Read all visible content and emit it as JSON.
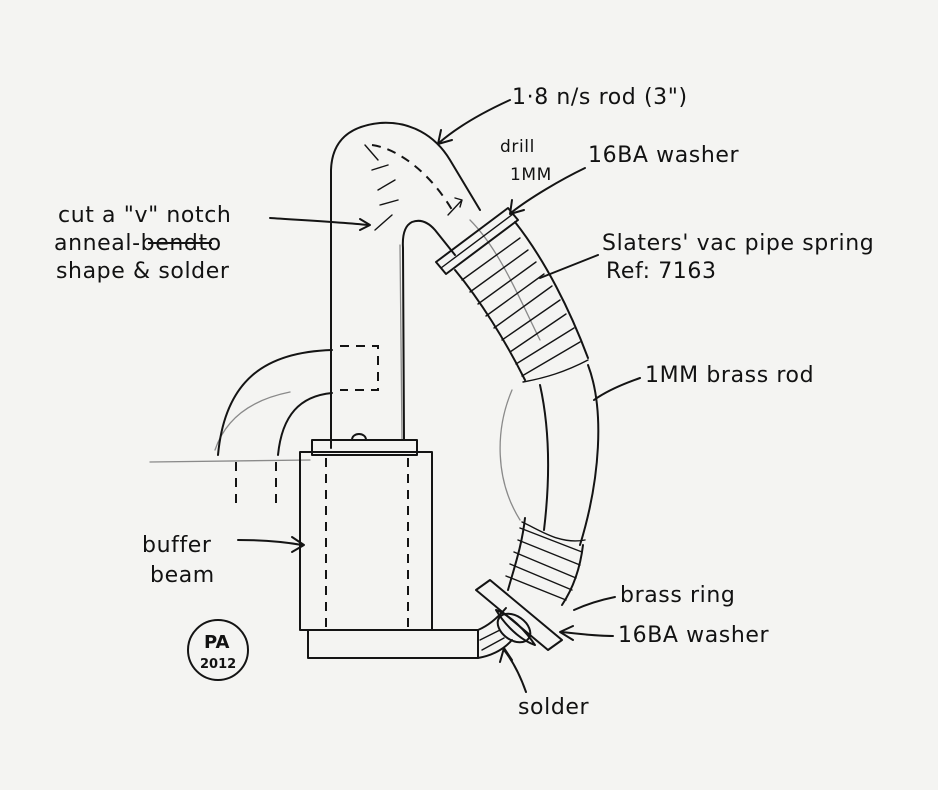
{
  "labels": {
    "rod": "1·8 n/s rod (3\")",
    "drill_line1": "drill",
    "drill_line2": "1MM",
    "washer_top": "16BA washer",
    "notch_line1": "cut a \"v\" notch",
    "notch_line2_a": "anneal-",
    "notch_line2_b": "bend",
    "notch_line2_c": "to",
    "notch_line3": "shape & solder",
    "spring_line1": "Slaters' vac pipe spring",
    "spring_line2": "Ref: 7163",
    "brass_rod": "1MM brass rod",
    "buffer_line1": "buffer",
    "buffer_line2": "beam",
    "brass_ring": "brass ring",
    "washer_bottom": "16BA washer",
    "solder": "solder"
  },
  "signature": {
    "initials": "PA",
    "year": "2012"
  }
}
